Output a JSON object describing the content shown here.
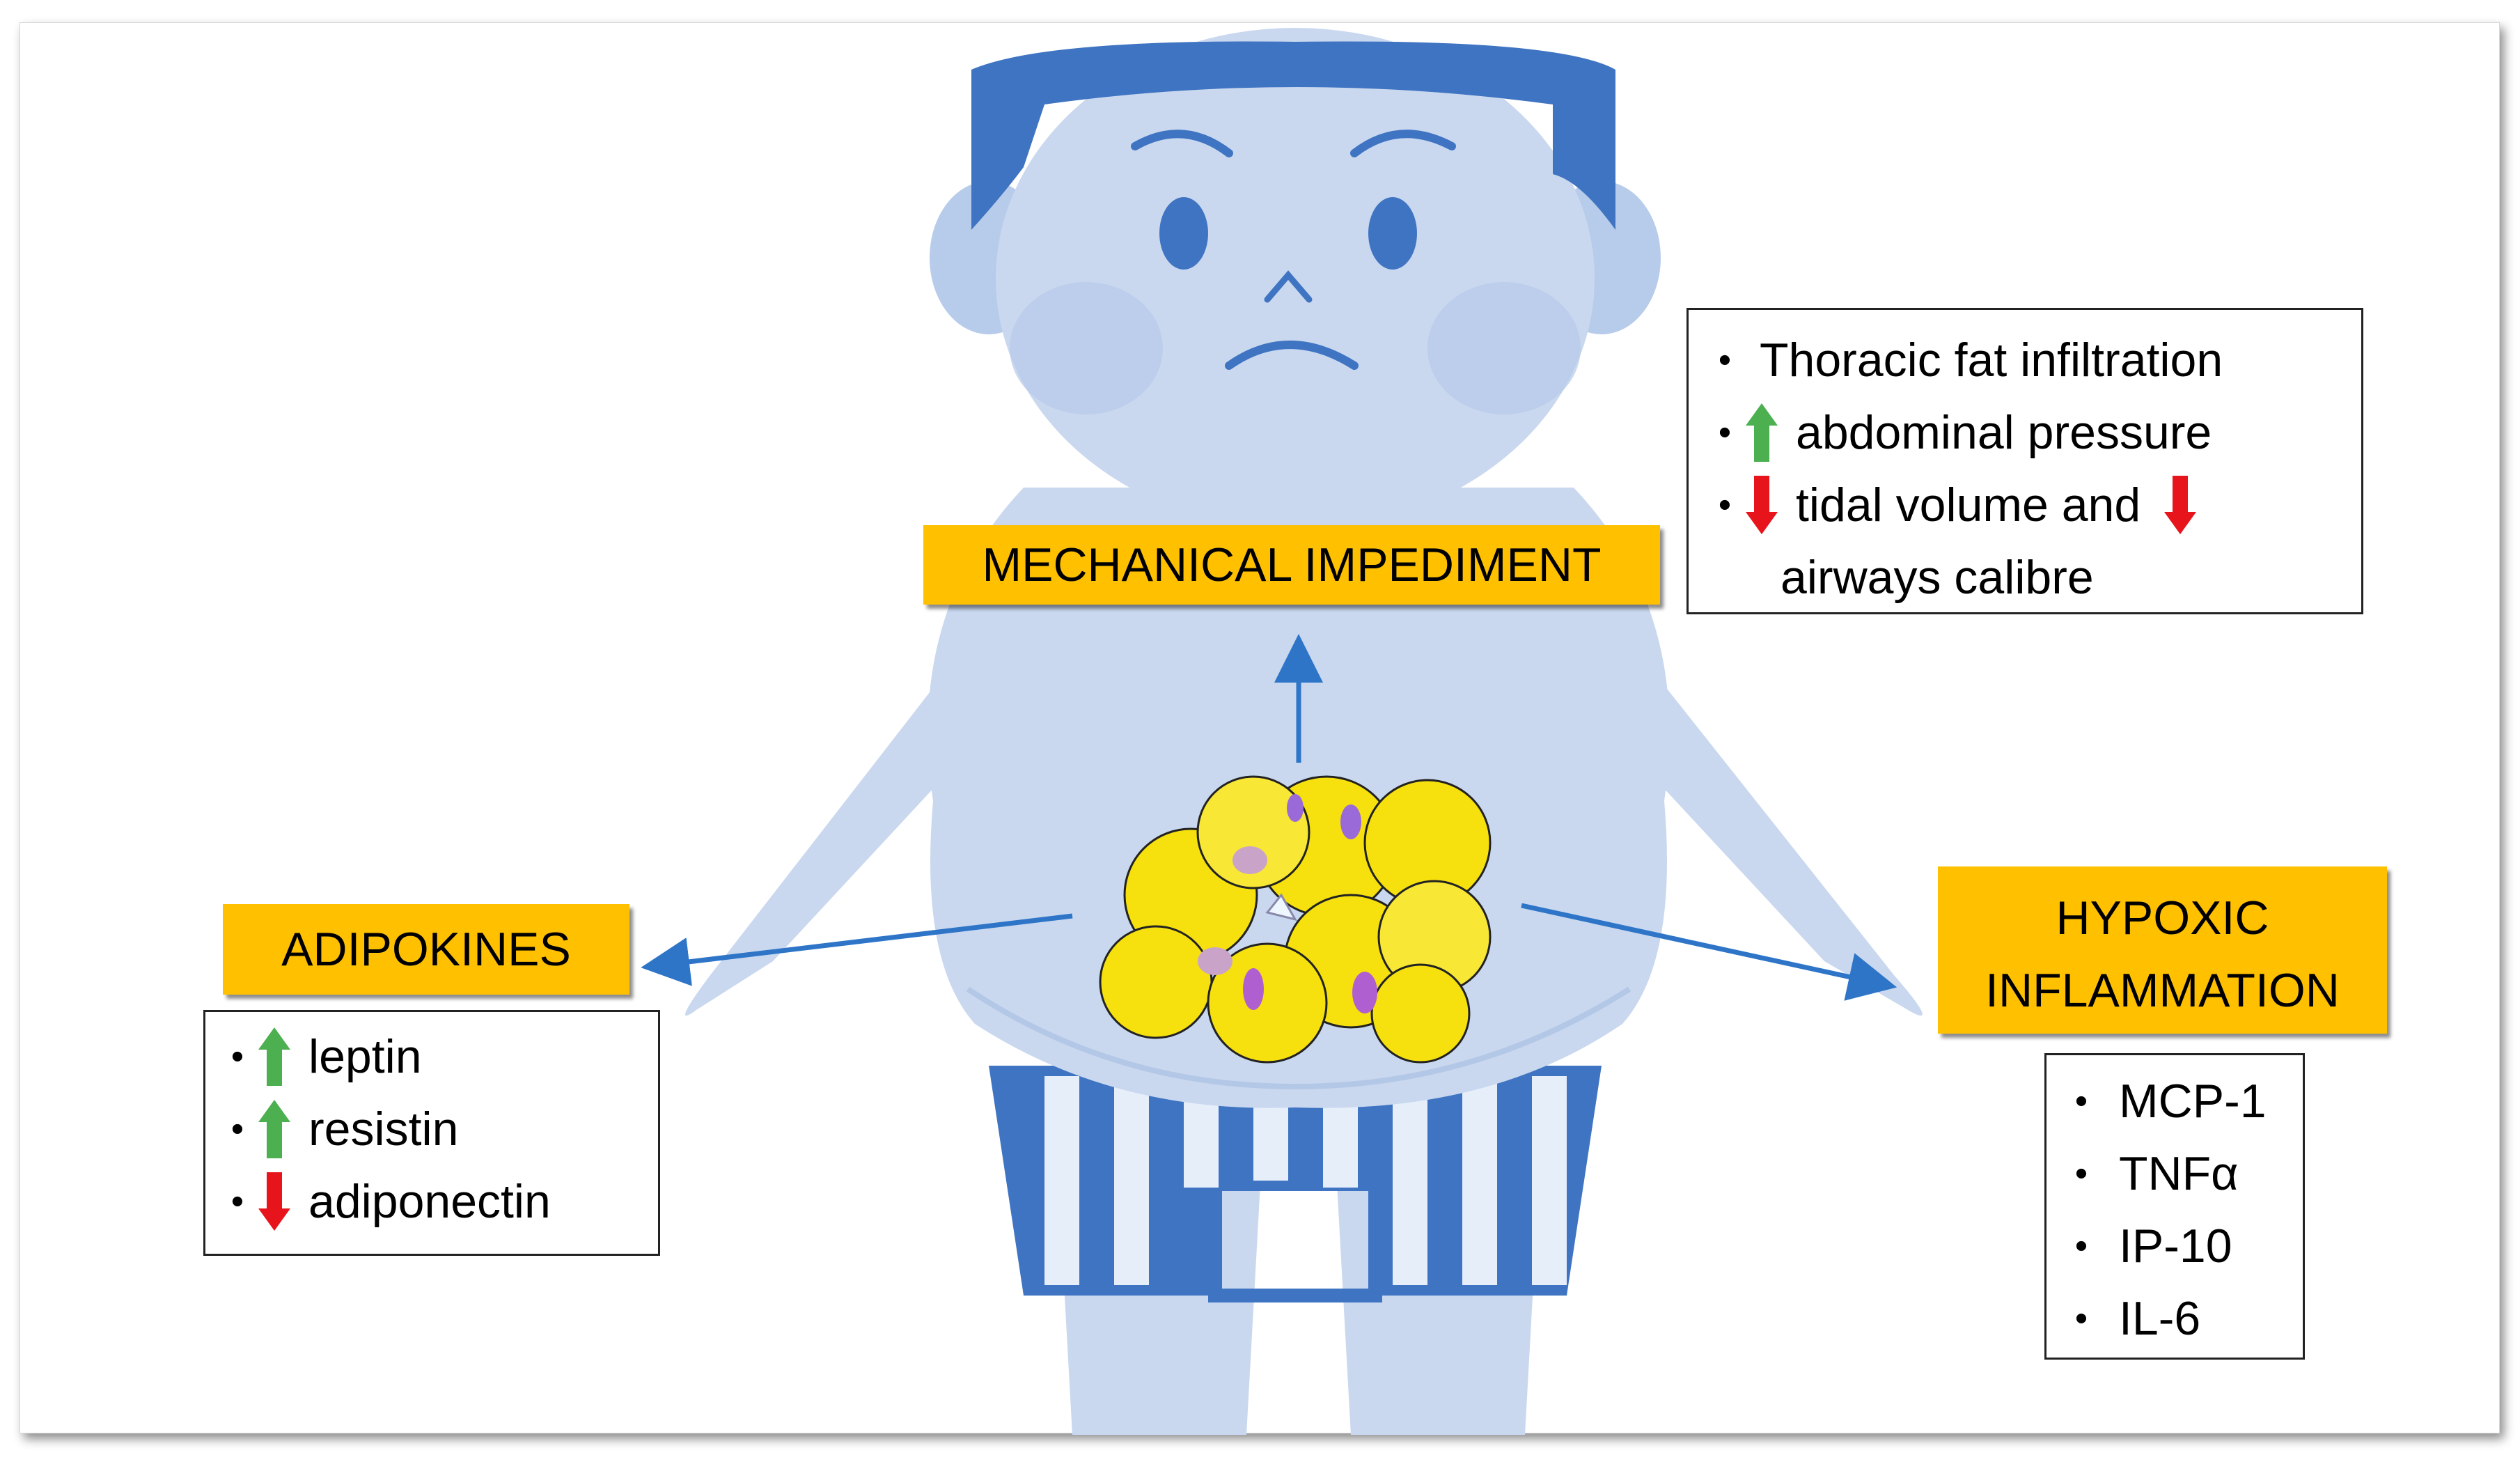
{
  "labels": {
    "mechanical": "MECHANICAL IMPEDIMENT",
    "adipokines": "ADIPOKINES",
    "hypoxic_line1": "HYPOXIC",
    "hypoxic_line2": "INFLAMMATION"
  },
  "mechanical_box": {
    "items": [
      {
        "arrow": "none",
        "text": "Thoracic fat infiltration"
      },
      {
        "arrow": "up",
        "text": "abdominal pressure"
      },
      {
        "arrow": "down",
        "text": "tidal volume and",
        "trailing_arrow": "down"
      },
      {
        "continuation": "airways calibre"
      }
    ]
  },
  "adipokines_box": {
    "items": [
      {
        "arrow": "up",
        "text": "leptin"
      },
      {
        "arrow": "up",
        "text": "resistin"
      },
      {
        "arrow": "down",
        "text": "adiponectin"
      }
    ]
  },
  "hypoxic_box": {
    "items": [
      {
        "text": "MCP-1"
      },
      {
        "text": "TNFα"
      },
      {
        "text": "IP-10"
      },
      {
        "text": "IL-6"
      }
    ]
  },
  "colors": {
    "label_fill": "#ffc000",
    "arrow_blue": "#2e75c8",
    "up_arrow": "#4caf50",
    "down_arrow": "#e8141b",
    "body_fill": "#c9d8ef",
    "hair": "#3f74c2"
  }
}
